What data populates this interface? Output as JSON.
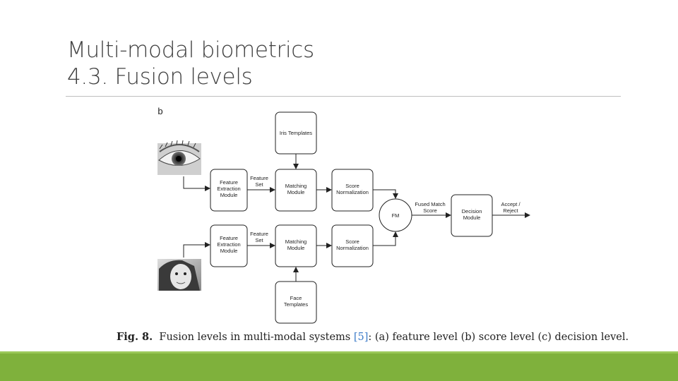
{
  "slide": {
    "title_line1": "Multi-modal biometrics",
    "title_line2": "4.3. Fusion levels"
  },
  "diagram": {
    "panel_label": "b",
    "iris_templates": "Iris Templates",
    "feature_extraction_module": [
      "Feature",
      "Extraction",
      "Module"
    ],
    "feature_set": [
      "Feature",
      "Set"
    ],
    "matching_module": [
      "Matching",
      "Module"
    ],
    "score_normalization": [
      "Score",
      "Normalization"
    ],
    "fusion_module": "FM",
    "fused_match_score": [
      "Fused Match",
      "Score"
    ],
    "decision_module": [
      "Decision",
      "Module"
    ],
    "accept_reject": [
      "Accept /",
      "Reject"
    ],
    "face_templates": [
      "Face",
      "Templates"
    ]
  },
  "caption": {
    "fig": "Fig. 8.",
    "text_before": "Fusion levels in multi-modal systems ",
    "ref": "[5]",
    "text_after": ": (a) feature level (b) score level (c) decision level."
  },
  "colors": {
    "title": "#404040",
    "accent_bar": "#7fb13c",
    "link": "#3d7cc9"
  }
}
